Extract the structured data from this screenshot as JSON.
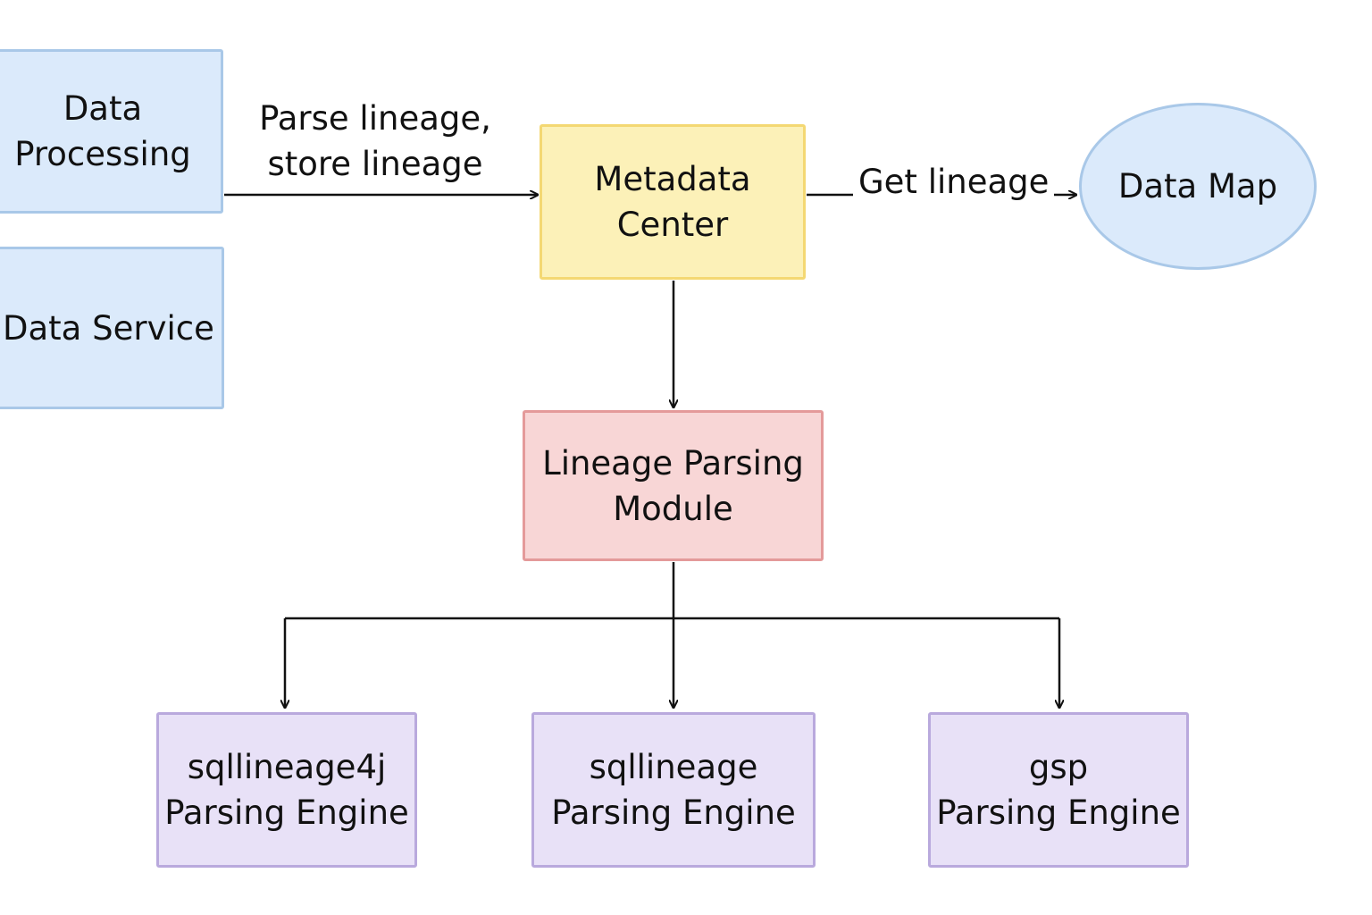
{
  "nodes": {
    "data_processing": [
      "Data",
      "Processing"
    ],
    "data_service": [
      "Data Service"
    ],
    "metadata_center": [
      "Metadata",
      "Center"
    ],
    "data_map": [
      "Data Map"
    ],
    "lineage_module": [
      "Lineage Parsing",
      "Module"
    ],
    "engine_1": [
      "sqllineage4j",
      "Parsing Engine"
    ],
    "engine_2": [
      "sqllineage",
      "Parsing Engine"
    ],
    "engine_3": [
      "gsp",
      "Parsing Engine"
    ]
  },
  "edges": {
    "parse_store": [
      "Parse lineage,",
      "store lineage"
    ],
    "get_lineage": "Get lineage"
  },
  "colors": {
    "blue_fill": "#dbeafb",
    "blue_border": "#a9c8e8",
    "yellow_fill": "#fcf1b8",
    "yellow_border": "#f4d873",
    "red_fill": "#f8d6d6",
    "red_border": "#e49a9a",
    "purple_fill": "#e8e1f7",
    "purple_border": "#b9a9dd",
    "connector": "#111111"
  }
}
